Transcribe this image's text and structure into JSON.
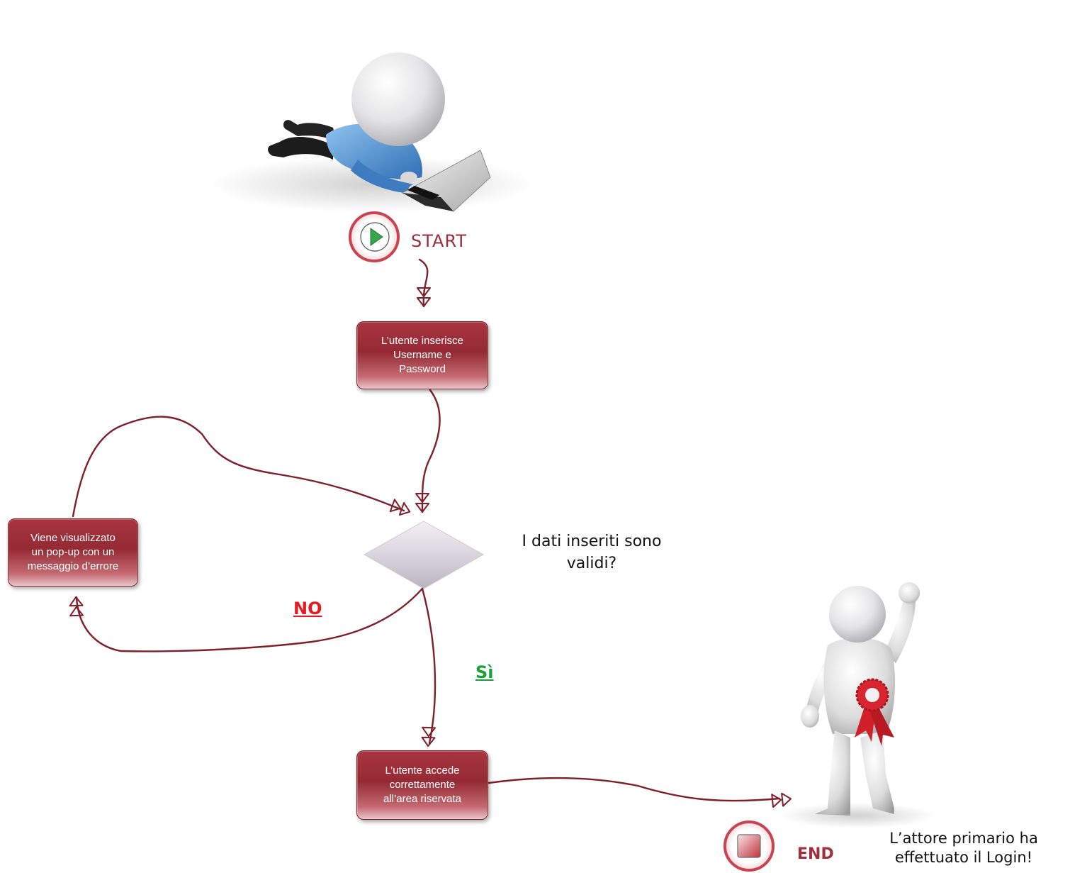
{
  "start": {
    "label": "START"
  },
  "end": {
    "label": "END"
  },
  "steps": {
    "input": [
      "L’utente inserisce",
      "Username e",
      "Password"
    ],
    "error": [
      "Viene visualizzato",
      "un pop-up con un",
      "messaggio d’errore"
    ],
    "access": [
      "L’utente accede",
      "correttamente",
      "all’area riservata"
    ]
  },
  "decision": {
    "question": "I dati inseriti sono validi?"
  },
  "branches": {
    "no": "NO",
    "yes": "Sì"
  },
  "final_message": "L’attore primario ha effettuato il Login!",
  "icons": {
    "start_actor": "person-lying-with-laptop-icon",
    "end_actor": "winner-figure-with-ribbon-icon",
    "start": "play-icon",
    "end": "stop-icon"
  },
  "colors": {
    "box": "#952a34",
    "connector": "#7f1f2a",
    "no": "#e31b23",
    "yes": "#1aa03a"
  }
}
